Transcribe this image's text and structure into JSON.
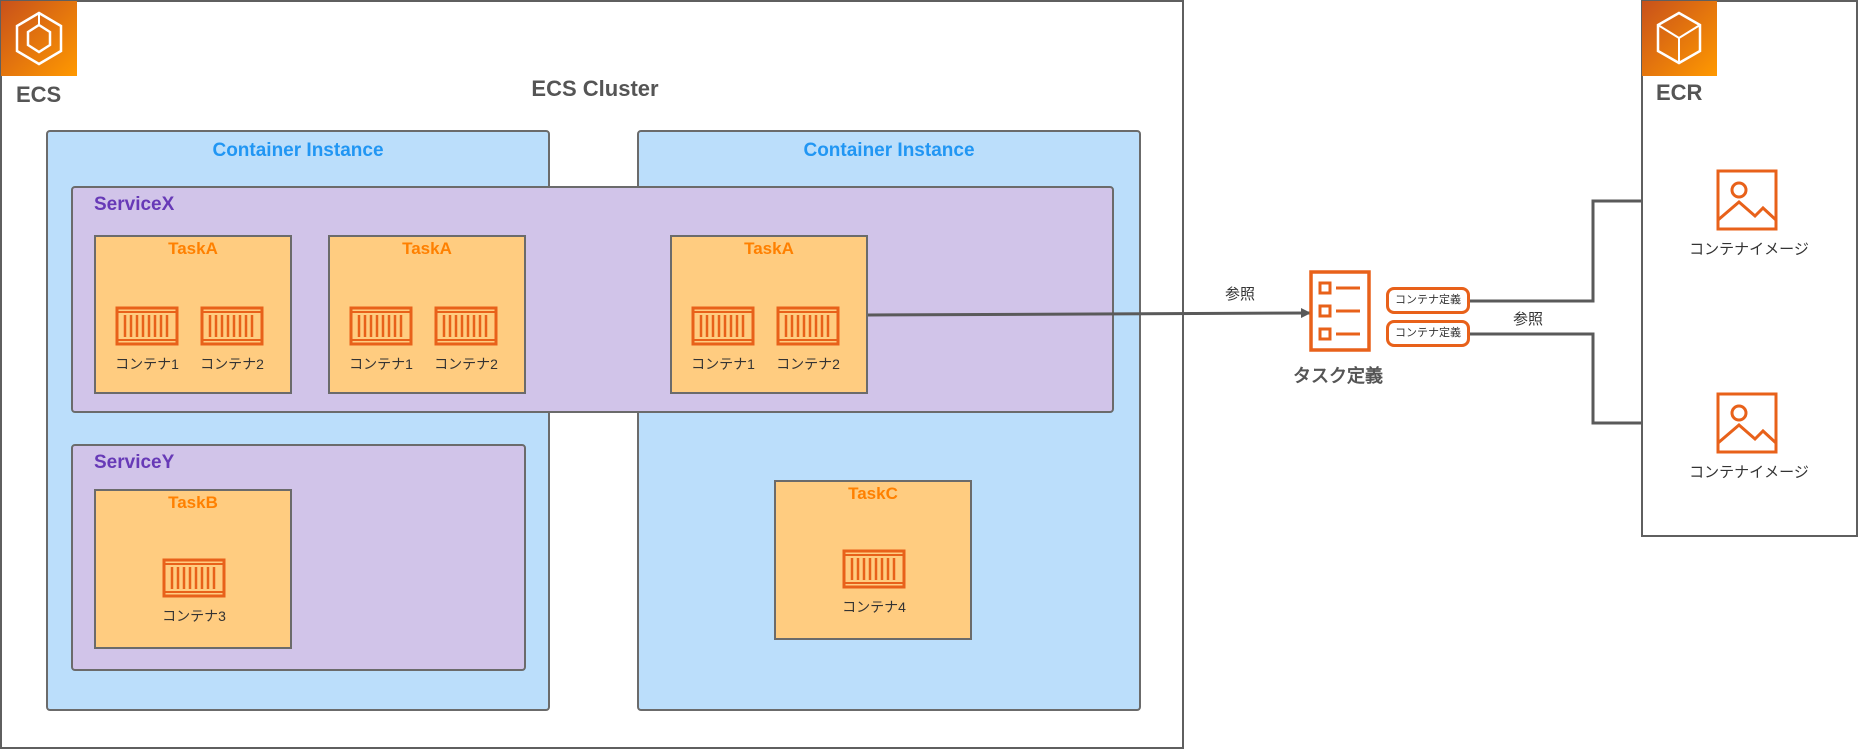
{
  "ecs": {
    "label": "ECS",
    "cluster_title": "ECS Cluster",
    "container_instance_1": "Container Instance",
    "container_instance_2": "Container Instance",
    "service_x": {
      "title": "ServiceX",
      "task1": {
        "title": "TaskA",
        "c1": "コンテナ1",
        "c2": "コンテナ2"
      },
      "task2": {
        "title": "TaskA",
        "c1": "コンテナ1",
        "c2": "コンテナ2"
      },
      "task3": {
        "title": "TaskA",
        "c1": "コンテナ1",
        "c2": "コンテナ2"
      }
    },
    "service_y": {
      "title": "ServiceY",
      "task": {
        "title": "TaskB",
        "c1": "コンテナ3"
      }
    },
    "task_c": {
      "title": "TaskC",
      "c1": "コンテナ4"
    }
  },
  "task_definition": {
    "label": "タスク定義",
    "ref_label": "参照",
    "def1": "コンテナ定義",
    "def2": "コンテナ定義",
    "ref_label2": "参照"
  },
  "ecr": {
    "label": "ECR",
    "image1": "コンテナイメージ",
    "image2": "コンテナイメージ"
  },
  "colors": {
    "ecs_orange": "#e8611a",
    "container_instance_bg": "#bbdefb",
    "container_instance_title": "#2196f3",
    "service_bg": "#d1c4e9",
    "service_title": "#673ab7",
    "task_bg": "#ffcc80",
    "task_title": "#ff8000"
  },
  "icons": [
    "ecs-logo-icon",
    "ecr-logo-icon",
    "container-icon",
    "task-definition-icon",
    "container-image-icon"
  ]
}
